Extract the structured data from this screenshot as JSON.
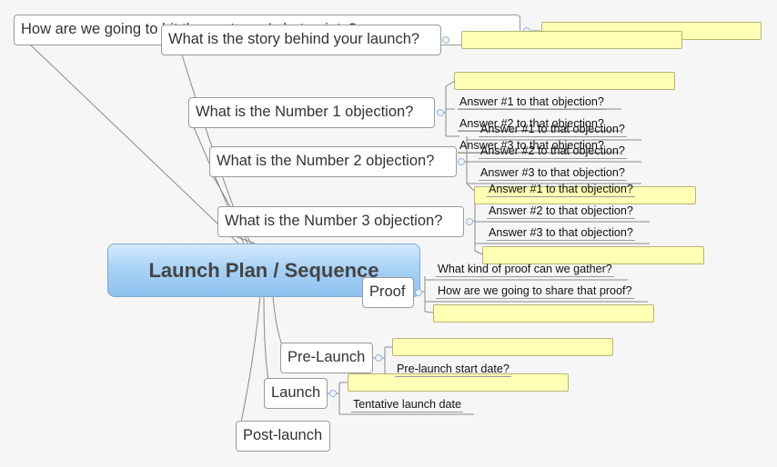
{
  "central": "Launch Plan / Sequence",
  "topics": {
    "hot_points": "How are we going to hit the customer's hot points?",
    "story": "What is the story behind your launch?",
    "objection1": "What is the Number 1 objection?",
    "objection2": "What is the Number 2 objection?",
    "objection3": "What is the Number 3 objection?",
    "proof": "Proof",
    "prelaunch": "Pre-Launch",
    "launch": "Launch",
    "postlaunch": "Post-launch"
  },
  "leaves": {
    "answer1": "Answer #1 to that objection?",
    "answer2": "Answer #2 to that objection?",
    "answer3": "Answer #3 to that objection?",
    "proof_gather": "What kind of proof can we gather?",
    "proof_share": "How are we going to share that proof?",
    "prelaunch_date": "Pre-launch start date?",
    "launch_date": "Tentative launch date"
  },
  "colors": {
    "central_fill": "#a9d2f6",
    "note_fill": "#ffffb5",
    "connector": "#8a8a8a"
  }
}
